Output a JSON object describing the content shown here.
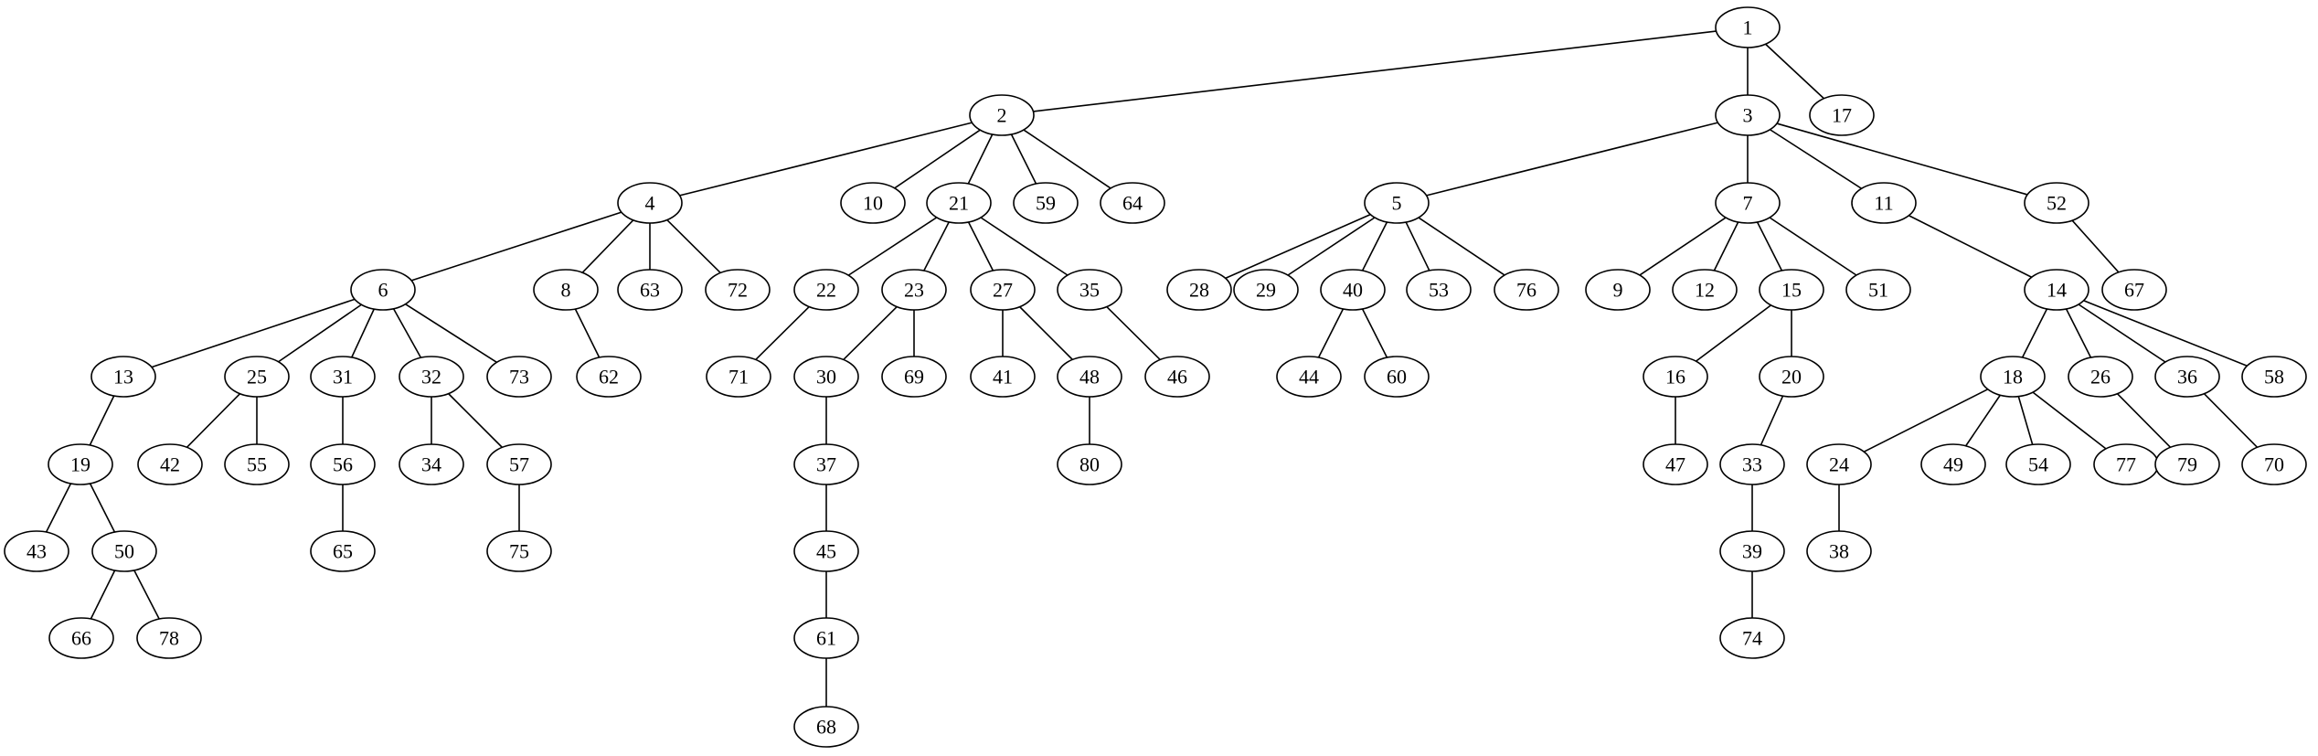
{
  "graph": {
    "type": "tree",
    "root": "1",
    "colors": {
      "node_fill": "#ffffff",
      "stroke": "#000000",
      "text": "#000000"
    },
    "nodes": [
      "1",
      "2",
      "3",
      "17",
      "4",
      "10",
      "21",
      "59",
      "64",
      "5",
      "7",
      "11",
      "52",
      "6",
      "8",
      "63",
      "72",
      "22",
      "23",
      "27",
      "35",
      "28",
      "29",
      "40",
      "53",
      "76",
      "9",
      "12",
      "15",
      "51",
      "14",
      "67",
      "13",
      "25",
      "31",
      "32",
      "73",
      "62",
      "71",
      "30",
      "69",
      "41",
      "48",
      "46",
      "44",
      "60",
      "16",
      "20",
      "18",
      "26",
      "36",
      "58",
      "19",
      "42",
      "55",
      "56",
      "34",
      "57",
      "37",
      "80",
      "47",
      "33",
      "24",
      "49",
      "54",
      "77",
      "79",
      "70",
      "43",
      "50",
      "65",
      "75",
      "45",
      "39",
      "38",
      "66",
      "78",
      "61",
      "74",
      "68"
    ],
    "edges": [
      [
        "1",
        "2"
      ],
      [
        "1",
        "3"
      ],
      [
        "1",
        "17"
      ],
      [
        "2",
        "4"
      ],
      [
        "2",
        "10"
      ],
      [
        "2",
        "21"
      ],
      [
        "2",
        "59"
      ],
      [
        "2",
        "64"
      ],
      [
        "3",
        "5"
      ],
      [
        "3",
        "7"
      ],
      [
        "3",
        "11"
      ],
      [
        "3",
        "52"
      ],
      [
        "4",
        "6"
      ],
      [
        "4",
        "8"
      ],
      [
        "4",
        "63"
      ],
      [
        "4",
        "72"
      ],
      [
        "21",
        "22"
      ],
      [
        "21",
        "23"
      ],
      [
        "21",
        "27"
      ],
      [
        "21",
        "35"
      ],
      [
        "5",
        "28"
      ],
      [
        "5",
        "29"
      ],
      [
        "5",
        "40"
      ],
      [
        "5",
        "53"
      ],
      [
        "5",
        "76"
      ],
      [
        "7",
        "9"
      ],
      [
        "7",
        "12"
      ],
      [
        "7",
        "15"
      ],
      [
        "7",
        "51"
      ],
      [
        "11",
        "14"
      ],
      [
        "52",
        "67"
      ],
      [
        "6",
        "13"
      ],
      [
        "6",
        "25"
      ],
      [
        "6",
        "31"
      ],
      [
        "6",
        "32"
      ],
      [
        "6",
        "73"
      ],
      [
        "8",
        "62"
      ],
      [
        "22",
        "71"
      ],
      [
        "23",
        "30"
      ],
      [
        "23",
        "69"
      ],
      [
        "27",
        "41"
      ],
      [
        "27",
        "48"
      ],
      [
        "35",
        "46"
      ],
      [
        "40",
        "44"
      ],
      [
        "40",
        "60"
      ],
      [
        "15",
        "16"
      ],
      [
        "15",
        "20"
      ],
      [
        "14",
        "18"
      ],
      [
        "14",
        "26"
      ],
      [
        "14",
        "36"
      ],
      [
        "14",
        "58"
      ],
      [
        "13",
        "19"
      ],
      [
        "25",
        "42"
      ],
      [
        "25",
        "55"
      ],
      [
        "31",
        "56"
      ],
      [
        "32",
        "34"
      ],
      [
        "32",
        "57"
      ],
      [
        "30",
        "37"
      ],
      [
        "48",
        "80"
      ],
      [
        "16",
        "47"
      ],
      [
        "20",
        "33"
      ],
      [
        "18",
        "24"
      ],
      [
        "18",
        "49"
      ],
      [
        "18",
        "54"
      ],
      [
        "18",
        "77"
      ],
      [
        "26",
        "79"
      ],
      [
        "36",
        "70"
      ],
      [
        "19",
        "43"
      ],
      [
        "19",
        "50"
      ],
      [
        "56",
        "65"
      ],
      [
        "57",
        "75"
      ],
      [
        "37",
        "45"
      ],
      [
        "33",
        "39"
      ],
      [
        "24",
        "38"
      ],
      [
        "50",
        "66"
      ],
      [
        "50",
        "78"
      ],
      [
        "45",
        "61"
      ],
      [
        "39",
        "74"
      ],
      [
        "61",
        "68"
      ]
    ]
  }
}
